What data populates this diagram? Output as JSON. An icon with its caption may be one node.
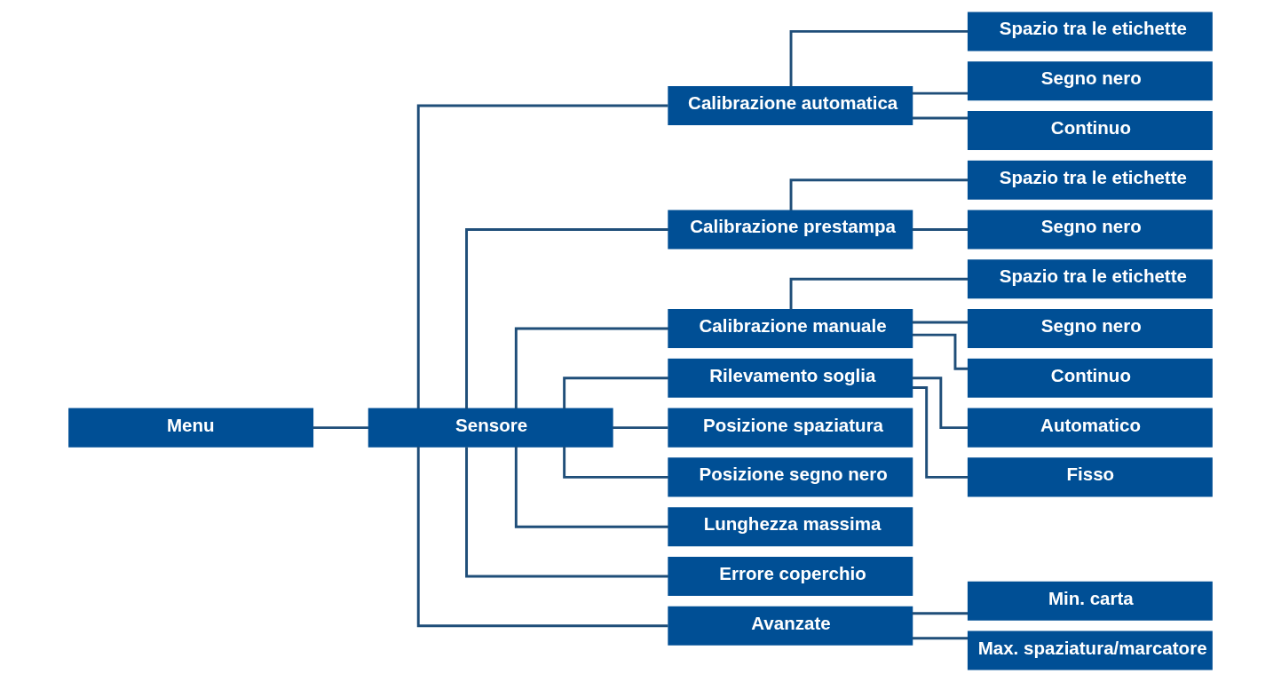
{
  "diagram": {
    "nodes": [
      {
        "text": [
          "Menu"
        ]
      },
      {
        "text": [
          "Sensore"
        ]
      },
      {
        "text": [
          "Calibrazione automatica"
        ]
      },
      {
        "text": [
          "Spazio tra le etichette"
        ]
      },
      {
        "text": [
          "Segno nero"
        ]
      },
      {
        "text": [
          "Continuo"
        ]
      },
      {
        "text": [
          "Calibrazione prestampa"
        ]
      },
      {
        "text": [
          "Spazio tra le etichette"
        ]
      },
      {
        "text": [
          "Segno nero"
        ]
      },
      {
        "text": [
          "Calibrazione manuale"
        ]
      },
      {
        "text": [
          "Spazio tra le etichette"
        ]
      },
      {
        "text": [
          "Segno nero"
        ]
      },
      {
        "text": [
          "Continuo"
        ]
      },
      {
        "text": [
          "Rilevamento soglia"
        ]
      },
      {
        "text": [
          "Automatico"
        ]
      },
      {
        "text": [
          "Fisso"
        ]
      },
      {
        "text": [
          "Posizione spaziatura"
        ]
      },
      {
        "text": [
          "Posizione segno nero"
        ]
      },
      {
        "text": [
          "Lunghezza massima"
        ]
      },
      {
        "text": [
          "Errore coperchio"
        ]
      },
      {
        "text": [
          "Avanzate"
        ]
      },
      {
        "text": [
          "Min. carta"
        ]
      },
      {
        "text": [
          "Max. spaziatura/marcatore"
        ]
      }
    ],
    "edges": [
      {
        "from": 0,
        "to": 1,
        "arrow": "none"
      },
      {
        "from": 1,
        "to": 2,
        "arrow": "none"
      },
      {
        "from": 2,
        "to": 3,
        "arrow": "none"
      },
      {
        "from": 2,
        "to": 4,
        "arrow": "none"
      },
      {
        "from": 2,
        "to": 5,
        "arrow": "none"
      },
      {
        "from": 1,
        "to": 6,
        "arrow": "none"
      },
      {
        "from": 6,
        "to": 7,
        "arrow": "none"
      },
      {
        "from": 6,
        "to": 8,
        "arrow": "none"
      },
      {
        "from": 1,
        "to": 9,
        "arrow": "none"
      },
      {
        "from": 9,
        "to": 10,
        "arrow": "none"
      },
      {
        "from": 9,
        "to": 11,
        "arrow": "none"
      },
      {
        "from": 9,
        "to": 12,
        "arrow": "none"
      },
      {
        "from": 1,
        "to": 13,
        "arrow": "none"
      },
      {
        "from": 13,
        "to": 14,
        "arrow": "none"
      },
      {
        "from": 13,
        "to": 15,
        "arrow": "none"
      },
      {
        "from": 1,
        "to": 16,
        "arrow": "none"
      },
      {
        "from": 1,
        "to": 17,
        "arrow": "none"
      },
      {
        "from": 1,
        "to": 18,
        "arrow": "none"
      },
      {
        "from": 1,
        "to": 19,
        "arrow": "none"
      },
      {
        "from": 1,
        "to": 20,
        "arrow": "none"
      },
      {
        "from": 20,
        "to": 21,
        "arrow": "none"
      },
      {
        "from": 20,
        "to": 22,
        "arrow": "none"
      }
    ]
  }
}
